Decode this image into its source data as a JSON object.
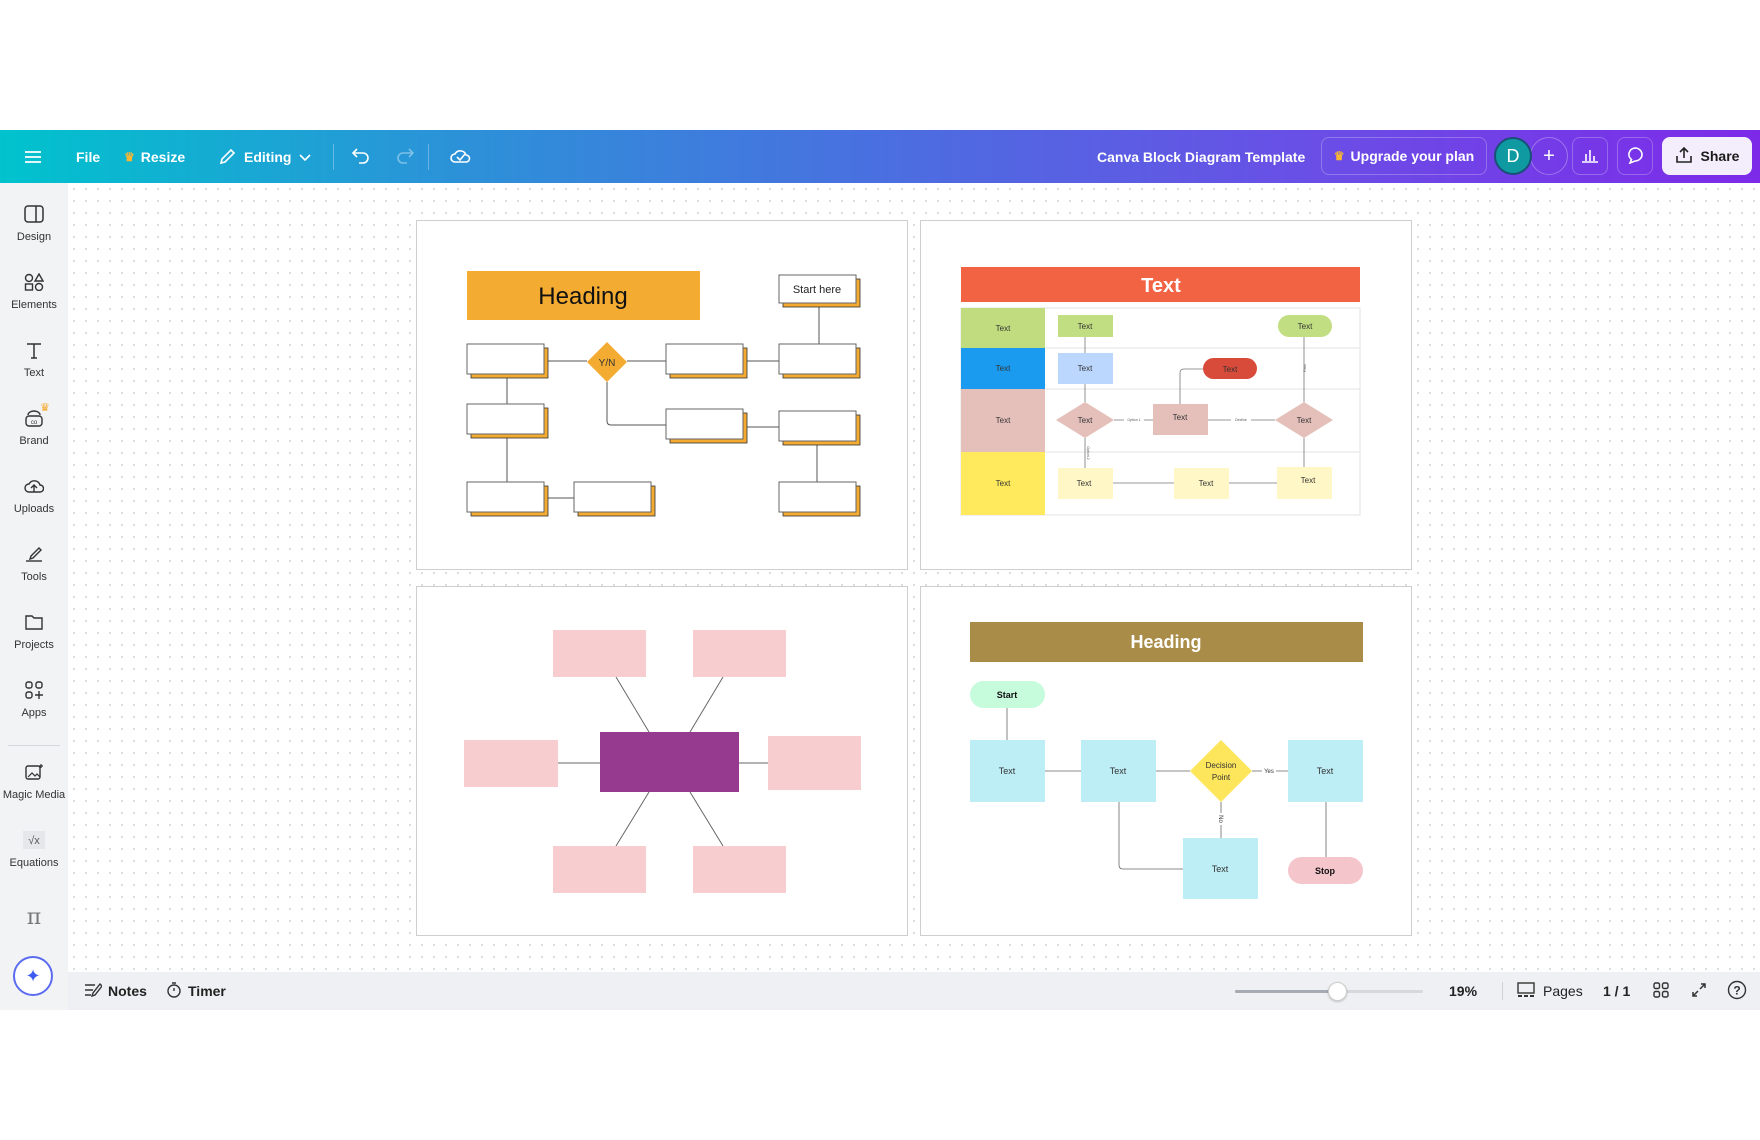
{
  "topbar": {
    "file": "File",
    "resize": "Resize",
    "editing": "Editing",
    "title": "Canva Block Diagram Template",
    "upgrade": "Upgrade your plan",
    "avatar_initial": "D",
    "share": "Share"
  },
  "sidebar": {
    "items": [
      "Design",
      "Elements",
      "Text",
      "Brand",
      "Uploads",
      "Tools",
      "Projects",
      "Apps",
      "Magic Media",
      "Equations"
    ]
  },
  "panel1": {
    "heading": "Heading",
    "start": "Start here",
    "decision": "Y/N"
  },
  "panel2": {
    "title": "Text",
    "lanes": [
      "Text",
      "Text",
      "Text",
      "Text"
    ],
    "green_box": "Text",
    "blue_box": "Text",
    "diamond1": "Text",
    "pink_box": "Text",
    "red_pill": "Text",
    "green_pill": "Text",
    "diamond2": "Text",
    "yellow1": "Text",
    "yellow2": "Text",
    "yellow3": "Text",
    "label_option1": "Option 1",
    "label_option2": "Option 2",
    "label_decline": "Decline",
    "label_pass": "Pass"
  },
  "panel4": {
    "heading": "Heading",
    "start": "Start",
    "box1": "Text",
    "box2": "Text",
    "decision_line1": "Decision",
    "decision_line2": "Point",
    "box3": "Text",
    "box4": "Text",
    "stop": "Stop",
    "yes": "Yes",
    "no": "No"
  },
  "bottombar": {
    "notes": "Notes",
    "timer": "Timer",
    "zoom": "19%",
    "zoom_fraction": 0.54,
    "pages": "Pages",
    "page_count": "1 / 1"
  },
  "colors": {
    "orange": "#f4ab32",
    "red_title": "#f26344",
    "olive": "#a98c47",
    "purple": "#953a8e",
    "pink": "#f7cdd0",
    "cyan_box": "#bdeef6"
  }
}
